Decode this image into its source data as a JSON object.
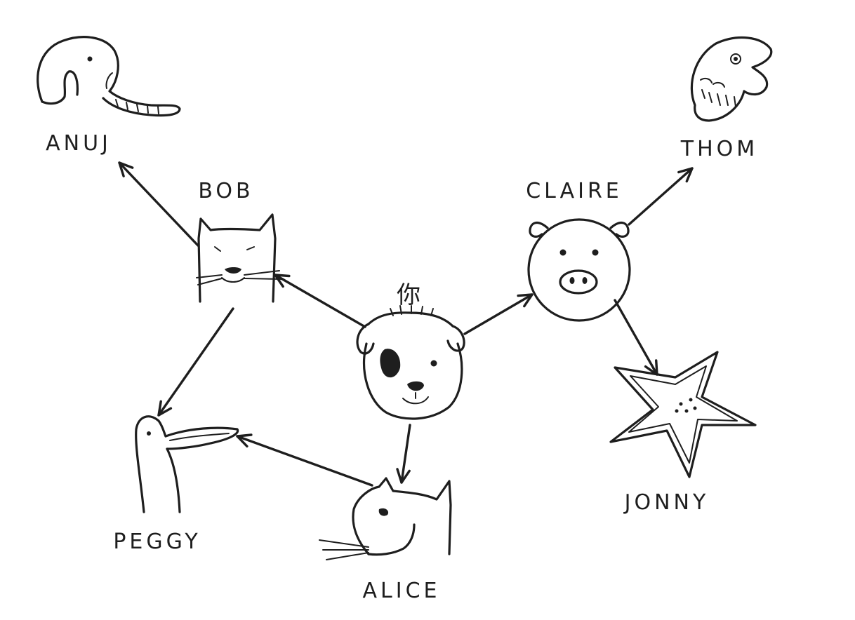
{
  "nodes": [
    {
      "id": "you",
      "label": "你",
      "icon": "dog-icon"
    },
    {
      "id": "bob",
      "label": "BOB",
      "icon": "cat-icon"
    },
    {
      "id": "claire",
      "label": "CLAIRE",
      "icon": "pig-icon"
    },
    {
      "id": "alice",
      "label": "ALICE",
      "icon": "rat-icon"
    },
    {
      "id": "anuj",
      "label": "ANUJ",
      "icon": "elephant-icon"
    },
    {
      "id": "peggy",
      "label": "PEGGY",
      "icon": "toucan-icon"
    },
    {
      "id": "thom",
      "label": "THOM",
      "icon": "fish-icon"
    },
    {
      "id": "jonny",
      "label": "JONNY",
      "icon": "starfish-icon"
    }
  ],
  "edges": [
    {
      "from": "you",
      "to": "bob"
    },
    {
      "from": "you",
      "to": "claire"
    },
    {
      "from": "you",
      "to": "alice"
    },
    {
      "from": "bob",
      "to": "anuj"
    },
    {
      "from": "bob",
      "to": "peggy"
    },
    {
      "from": "alice",
      "to": "peggy"
    },
    {
      "from": "claire",
      "to": "thom"
    },
    {
      "from": "claire",
      "to": "jonny"
    }
  ]
}
